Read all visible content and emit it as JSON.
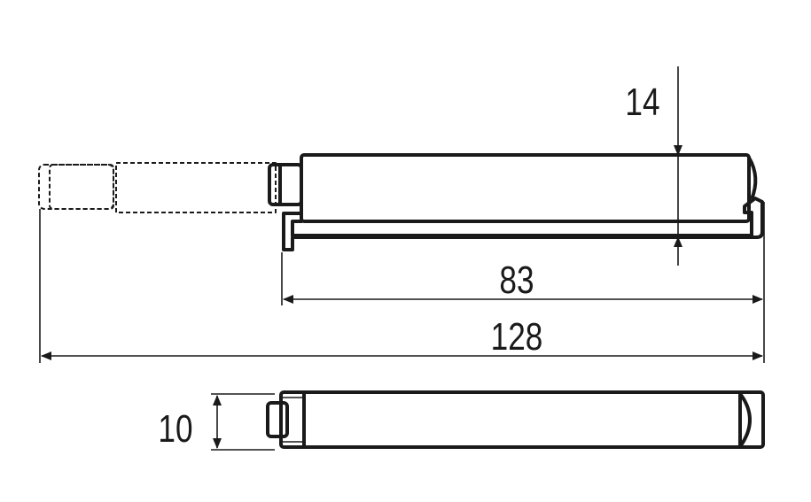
{
  "drawing": {
    "dimensions": {
      "height_top": "14",
      "rail_length": "83",
      "total_length_extended": "128",
      "height_bottom": "10"
    },
    "line_color": "#1a1a1a"
  }
}
